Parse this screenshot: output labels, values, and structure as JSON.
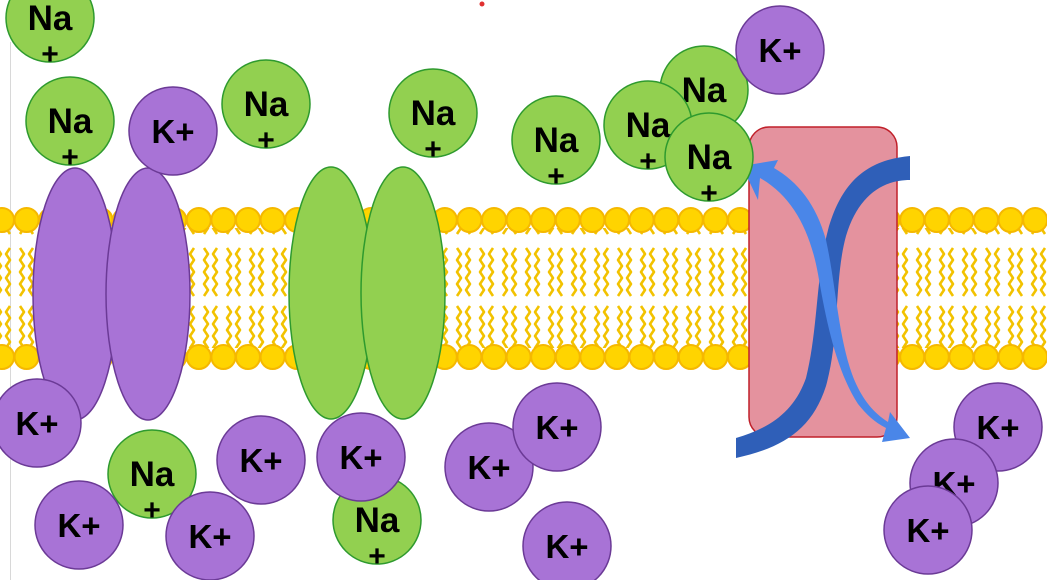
{
  "colors": {
    "background": "#ffffff",
    "sodium_fill": "#92d050",
    "sodium_stroke": "#2e9a2e",
    "potassium_fill": "#a873d6",
    "potassium_stroke": "#6b3a96",
    "head_fill": "#ffd400",
    "head_stroke": "#f5b800",
    "tail_stroke": "#f2c200",
    "potassium_channel_fill": "#a873d6",
    "sodium_channel_fill": "#92d050",
    "pump_fill": "#e4929e",
    "pump_stroke": "#c0202a",
    "arrow_fill": "#4a86e8",
    "arrow_dark": "#2f5fb8",
    "marker": "#e03030"
  },
  "labels": {
    "sodium_symbol": "Na",
    "sodium_charge": "+",
    "potassium": "K+"
  },
  "membrane": {
    "components": [
      "phospholipid-bilayer",
      "potassium-channel",
      "sodium-channel",
      "sodium-potassium-pump"
    ]
  }
}
